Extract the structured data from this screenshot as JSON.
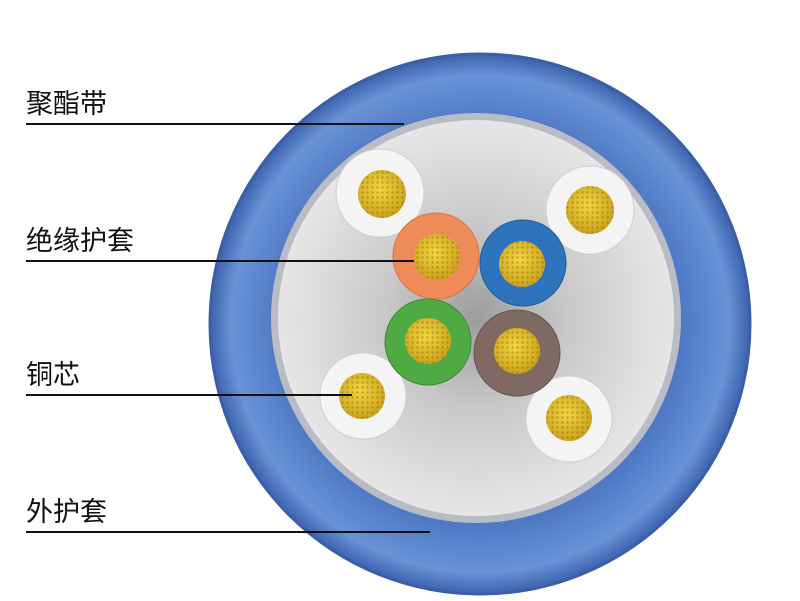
{
  "labels": {
    "polyester_tape": "聚酯带",
    "insulation_jacket": "绝缘护套",
    "copper_core": "铜芯",
    "outer_jacket": "外护套"
  },
  "colors": {
    "outer_jacket": "#5a84cc",
    "outer_jacket_edge": "#3a5fa8",
    "polyester_tape": "#b9bcc4",
    "filler": "#d4d4d4",
    "copper": "#e2c02c",
    "white_wire": "#f4f4f4",
    "orange_wire": "#ef8b58",
    "blue_wire": "#2d74bd",
    "green_wire": "#50aa43",
    "brown_wire": "#7f6a63",
    "leader_line": "#111111"
  },
  "conductors": [
    {
      "name": "white-wire",
      "insulation": "white"
    },
    {
      "name": "white-wire",
      "insulation": "white"
    },
    {
      "name": "white-wire",
      "insulation": "white"
    },
    {
      "name": "white-wire",
      "insulation": "white"
    },
    {
      "name": "orange-wire",
      "insulation": "orange"
    },
    {
      "name": "blue-wire",
      "insulation": "blue"
    },
    {
      "name": "green-wire",
      "insulation": "green"
    },
    {
      "name": "brown-wire",
      "insulation": "brown"
    }
  ]
}
